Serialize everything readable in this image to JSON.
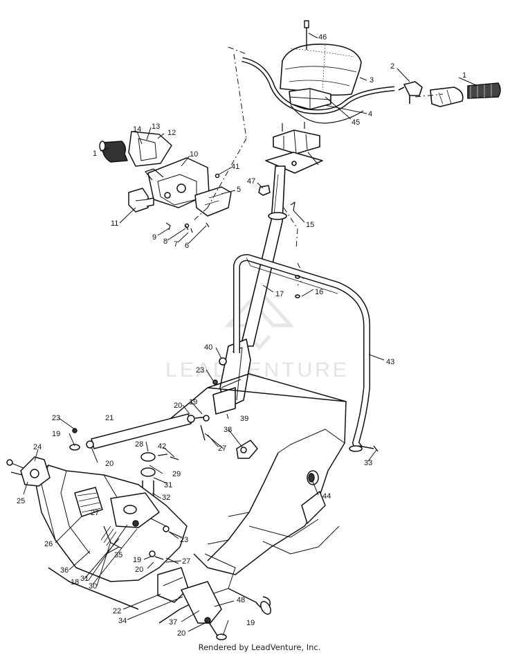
{
  "watermark": "LEADVENTURE",
  "footer": "Rendered by LeadVenture, Inc.",
  "callouts": [
    "1",
    "2",
    "3",
    "4",
    "45",
    "46",
    "1",
    "14",
    "13",
    "12",
    "10",
    "41",
    "5",
    "47",
    "15",
    "11",
    "9",
    "8",
    "7",
    "6",
    "17",
    "16",
    "40",
    "43",
    "23",
    "21",
    "20",
    "19",
    "23",
    "19",
    "27",
    "39",
    "38",
    "28",
    "42",
    "29",
    "24",
    "31",
    "20",
    "32",
    "33",
    "44",
    "25",
    "27",
    "26",
    "36",
    "23",
    "18",
    "31",
    "35",
    "30",
    "19",
    "20",
    "27",
    "22",
    "48",
    "34",
    "37",
    "20",
    "19"
  ]
}
